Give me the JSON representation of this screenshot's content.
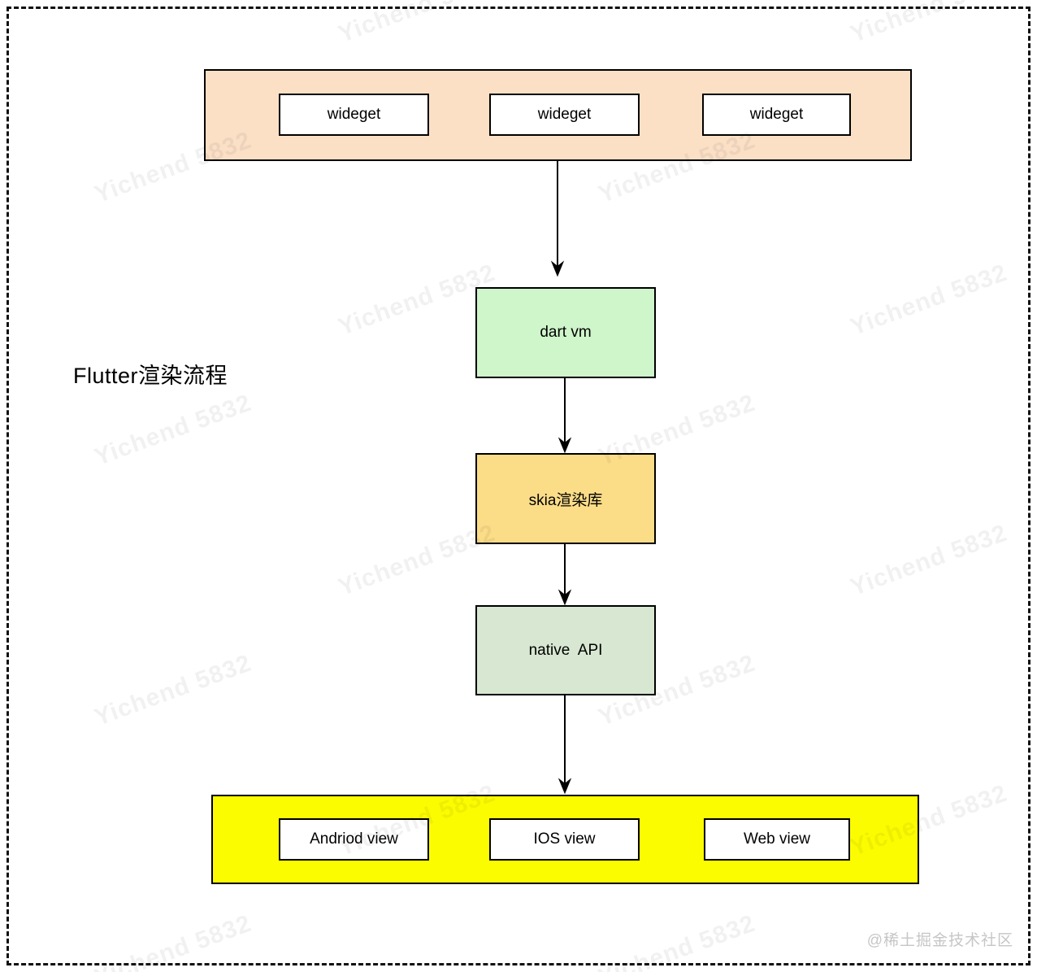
{
  "title": "Flutter渲染流程",
  "watermark": {
    "text": "Yichend 5832"
  },
  "credit": {
    "text": "@稀土掘金技术社区"
  },
  "colors": {
    "widget_container_bg": "#FBE0C6",
    "dart_vm_bg": "#CFF5CB",
    "skia_bg": "#FBDD88",
    "native_api_bg": "#D7E7D1",
    "platform_container_bg": "#FCFC00",
    "leaf_box_bg": "#FFFFFF",
    "border": "#000000",
    "watermark_color": "rgba(0,0,0,0.055)",
    "credit_color": "#C6C6C6"
  },
  "flow": {
    "widget_row": {
      "items": [
        {
          "label": "wideget"
        },
        {
          "label": "wideget"
        },
        {
          "label": "wideget"
        }
      ]
    },
    "nodes": [
      {
        "id": "dart-vm",
        "label": "dart vm"
      },
      {
        "id": "skia",
        "label": "skia渲染库"
      },
      {
        "id": "native-api",
        "label": "native  API"
      }
    ],
    "platform_row": {
      "items": [
        {
          "label": "Andriod view"
        },
        {
          "label": "IOS view"
        },
        {
          "label": "Web view"
        }
      ]
    },
    "edges": [
      {
        "from": "widget-row",
        "to": "dart-vm"
      },
      {
        "from": "dart-vm",
        "to": "skia"
      },
      {
        "from": "skia",
        "to": "native-api"
      },
      {
        "from": "native-api",
        "to": "platform-row"
      }
    ]
  }
}
